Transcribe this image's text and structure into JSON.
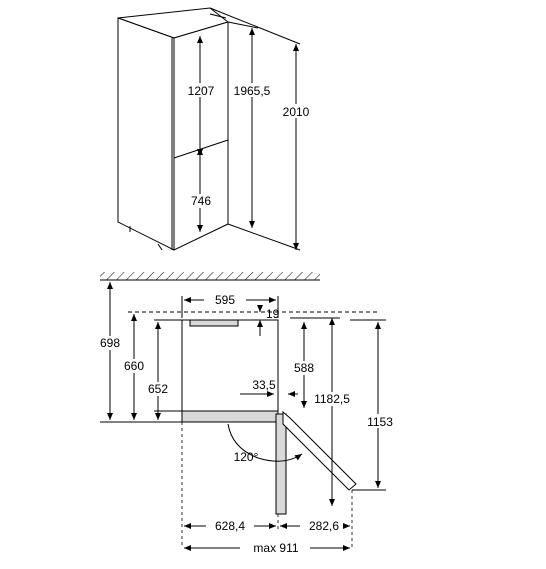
{
  "figure": {
    "front_view": {
      "dims": {
        "freezer_height": "1207",
        "body_height": "1965,5",
        "total_height": "2010",
        "fridge_height": "746"
      }
    },
    "top_view": {
      "dims": {
        "width": "595",
        "top_gap": "19",
        "depth_698": "698",
        "depth_660": "660",
        "depth_652": "652",
        "door_thickness": "33,5",
        "depth_588": "588",
        "depth_1182": "1182,5",
        "depth_1153": "1153",
        "door_angle": "120°",
        "width_628": "628,4",
        "width_282": "282,6",
        "max_width": "max 911"
      }
    }
  }
}
